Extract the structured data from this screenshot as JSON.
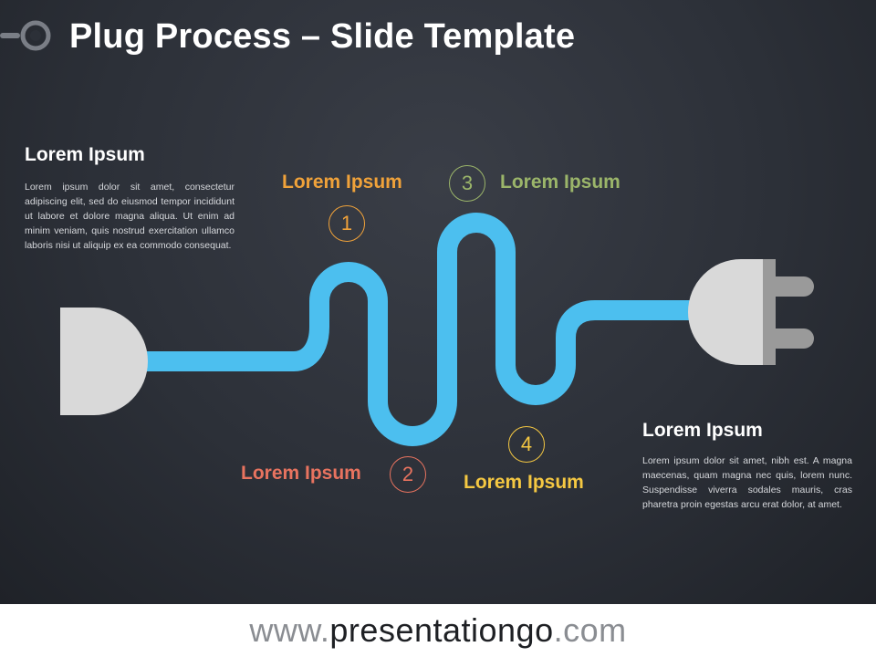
{
  "title": "Plug Process – Slide Template",
  "left_block": {
    "heading": "Lorem Ipsum",
    "body": "Lorem ipsum dolor sit amet, consectetur adipiscing elit, sed do eiusmod tempor incididunt ut labore et dolore magna aliqua. Ut enim ad minim veniam, quis nostrud exercitation ullamco laboris nisi ut aliquip ex ea commodo consequat."
  },
  "right_block": {
    "heading": "Lorem Ipsum",
    "body": "Lorem ipsum dolor sit amet, nibh est. A magna maecenas, quam magna nec quis, lorem nunc. Suspendisse viverra sodales mauris, cras pharetra proin egestas arcu erat dolor, at amet."
  },
  "steps": [
    {
      "number": "1",
      "label": "Lorem Ipsum",
      "color": "#f0a23a"
    },
    {
      "number": "2",
      "label": "Lorem Ipsum",
      "color": "#e8735f"
    },
    {
      "number": "3",
      "label": "Lorem Ipsum",
      "color": "#9bb56a"
    },
    {
      "number": "4",
      "label": "Lorem Ipsum",
      "color": "#f5c842"
    }
  ],
  "colors": {
    "cable": "#4cbfef",
    "plug_body": "#d9d9d9",
    "prongs": "#9a9a9a",
    "background": "#2c3038"
  },
  "footer": {
    "prefix": "www.",
    "brand": "presentationgo",
    "suffix": ".com"
  }
}
